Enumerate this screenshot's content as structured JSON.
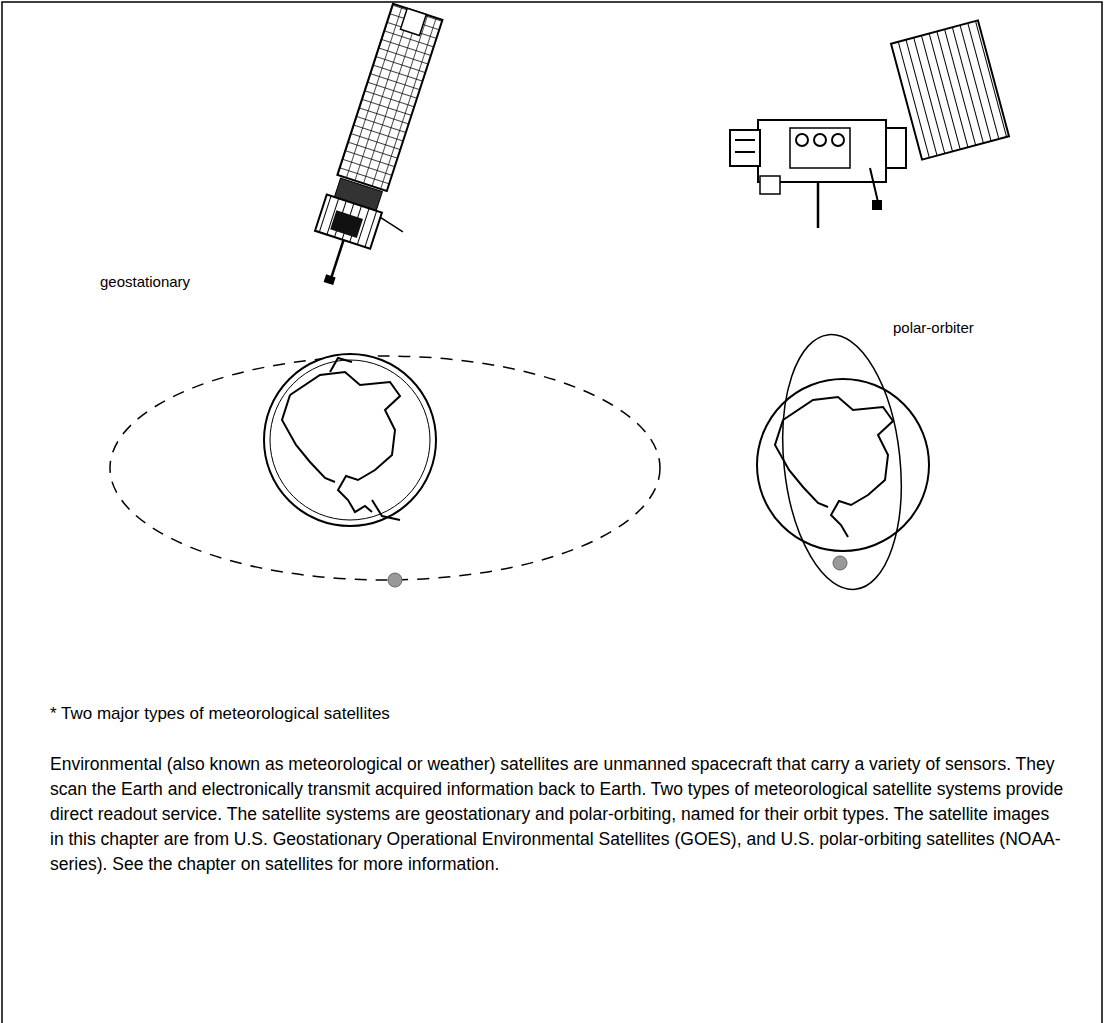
{
  "diagram": {
    "caption": "* Two major types of meteorological satellites",
    "labels": [
      "geostationary",
      "polar-orbiter",
      "Environmental (also known as meteorological or weather) satellites are unmanned spacecraft that carry a variety of sensors. They scan the Earth and electronically transmit acquired information back to Earth. Two types of meteorological satellite systems provide direct readout service. The satellite systems are geostationary and polar-orbiting, named for their orbit types. The satellite images in this chapter are from U.S. Geostationary Operational Environmental Satellites (GOES), and U.S. polar-orbiting satellites (NOAA-series). See the chapter on satellites for more information."
    ]
  }
}
